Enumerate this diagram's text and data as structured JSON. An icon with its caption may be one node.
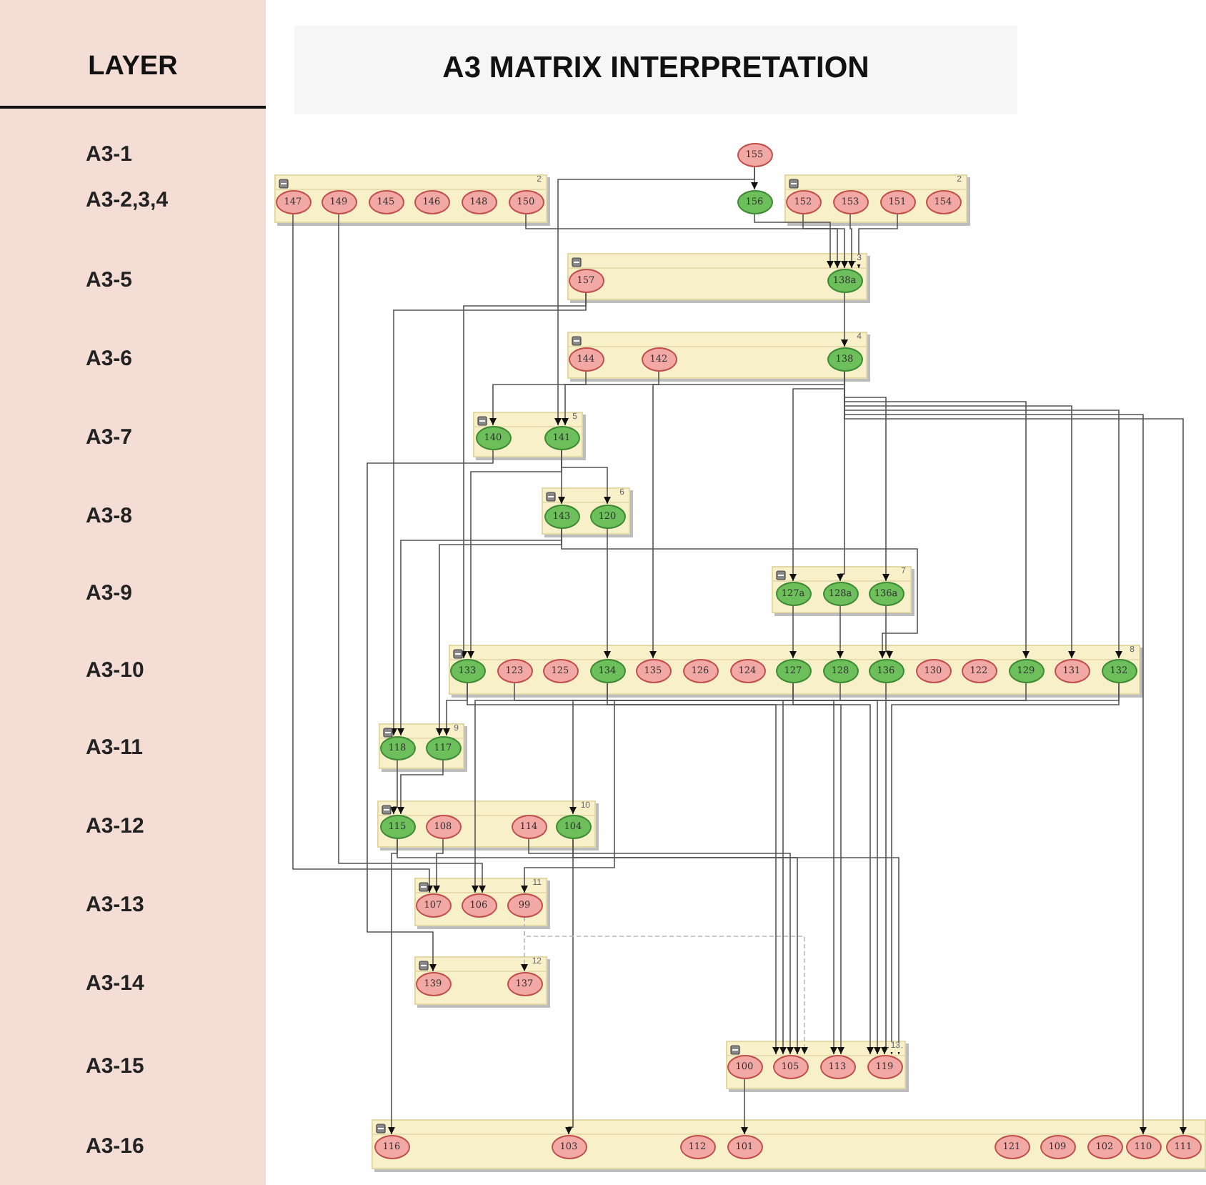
{
  "diagram": {
    "title": "A3  MATRIX  INTERPRETATION",
    "nodes": [
      {
        "text": [
          "155"
        ]
      },
      {
        "text": [
          "2"
        ]
      },
      {
        "text": [
          "147"
        ],
        "in": 1
      },
      {
        "text": [
          "149"
        ],
        "in": 1
      },
      {
        "text": [
          "145"
        ],
        "in": 1
      },
      {
        "text": [
          "146"
        ],
        "in": 1
      },
      {
        "text": [
          "148"
        ],
        "in": 1
      },
      {
        "text": [
          "150"
        ],
        "in": 1
      },
      {
        "text": [
          "2"
        ]
      },
      {
        "text": [
          "152"
        ],
        "in": 8
      },
      {
        "text": [
          "153"
        ],
        "in": 8
      },
      {
        "text": [
          "151"
        ],
        "in": 8
      },
      {
        "text": [
          "154"
        ],
        "in": 8
      },
      {
        "text": [
          "156"
        ]
      },
      {
        "text": [
          "3"
        ]
      },
      {
        "text": [
          "157"
        ],
        "in": 14
      },
      {
        "text": [
          "138a"
        ],
        "in": 14
      },
      {
        "text": [
          "4"
        ]
      },
      {
        "text": [
          "144"
        ],
        "in": 17
      },
      {
        "text": [
          "142"
        ],
        "in": 17
      },
      {
        "text": [
          "138"
        ],
        "in": 17
      },
      {
        "text": [
          "5"
        ]
      },
      {
        "text": [
          "140"
        ],
        "in": 21
      },
      {
        "text": [
          "141"
        ],
        "in": 21
      },
      {
        "text": [
          "6"
        ]
      },
      {
        "text": [
          "143"
        ],
        "in": 24
      },
      {
        "text": [
          "120"
        ],
        "in": 24
      },
      {
        "text": [
          "7"
        ]
      },
      {
        "text": [
          "127a"
        ],
        "in": 27
      },
      {
        "text": [
          "128a"
        ],
        "in": 27
      },
      {
        "text": [
          "136a"
        ],
        "in": 27
      },
      {
        "text": [
          "8"
        ]
      },
      {
        "text": [
          "133"
        ],
        "in": 31
      },
      {
        "text": [
          "123"
        ],
        "in": 31
      },
      {
        "text": [
          "125"
        ],
        "in": 31
      },
      {
        "text": [
          "134"
        ],
        "in": 31
      },
      {
        "text": [
          "135"
        ],
        "in": 31
      },
      {
        "text": [
          "126"
        ],
        "in": 31
      },
      {
        "text": [
          "124"
        ],
        "in": 31
      },
      {
        "text": [
          "127"
        ],
        "in": 31
      },
      {
        "text": [
          "128"
        ],
        "in": 31
      },
      {
        "text": [
          "136"
        ],
        "in": 31
      },
      {
        "text": [
          "130"
        ],
        "in": 31
      },
      {
        "text": [
          "122"
        ],
        "in": 31
      },
      {
        "text": [
          "129"
        ],
        "in": 31
      },
      {
        "text": [
          "131"
        ],
        "in": 31
      },
      {
        "text": [
          "132"
        ],
        "in": 31
      },
      {
        "text": [
          "9"
        ]
      },
      {
        "text": [
          "118"
        ],
        "in": 47
      },
      {
        "text": [
          "117"
        ],
        "in": 47
      },
      {
        "text": [
          "10"
        ]
      },
      {
        "text": [
          "115"
        ],
        "in": 50
      },
      {
        "text": [
          "108"
        ],
        "in": 50
      },
      {
        "text": [
          "114"
        ],
        "in": 50
      },
      {
        "text": [
          "104"
        ],
        "in": 50
      },
      {
        "text": [
          "11"
        ]
      },
      {
        "text": [
          "107"
        ],
        "in": 55
      },
      {
        "text": [
          "106"
        ],
        "in": 55
      },
      {
        "text": [
          "99"
        ],
        "in": 55
      },
      {
        "text": [
          "12"
        ]
      },
      {
        "text": [
          "139"
        ],
        "in": 59
      },
      {
        "text": [
          "137"
        ],
        "in": 59
      },
      {
        "text": [
          "13"
        ]
      },
      {
        "text": [
          "100"
        ],
        "in": 62
      },
      {
        "text": [
          "105"
        ],
        "in": 62
      },
      {
        "text": [
          "113"
        ],
        "in": 62
      },
      {
        "text": [
          "119"
        ],
        "in": 62
      },
      {
        "text": [],
        "shape": "box"
      },
      {
        "text": [
          "116"
        ],
        "in": 67
      },
      {
        "text": [
          "103"
        ],
        "in": 67
      },
      {
        "text": [
          "112"
        ],
        "in": 67
      },
      {
        "text": [
          "101"
        ],
        "in": 67
      },
      {
        "text": [
          "121"
        ],
        "in": 67
      },
      {
        "text": [
          "109"
        ],
        "in": 67
      },
      {
        "text": [
          "102"
        ],
        "in": 67
      },
      {
        "text": [
          "110"
        ],
        "in": 67
      },
      {
        "text": [
          "111"
        ],
        "in": 67
      }
    ],
    "edges": [
      {
        "from": 0,
        "to": 13,
        "arrow": "to"
      },
      {
        "from": 0,
        "to": 23,
        "arrow": "to"
      },
      {
        "from": 13,
        "to": 16,
        "arrow": "to"
      },
      {
        "from": 7,
        "to": 16,
        "arrow": "to"
      },
      {
        "from": 9,
        "to": 16,
        "arrow": "to"
      },
      {
        "from": 10,
        "to": 16,
        "arrow": "to"
      },
      {
        "from": 11,
        "to": 16,
        "arrow": "to"
      },
      {
        "from": 16,
        "to": 20,
        "arrow": "to"
      },
      {
        "from": 20,
        "to": 22,
        "arrow": "to"
      },
      {
        "from": 18,
        "to": 23,
        "arrow": "to"
      },
      {
        "from": 20,
        "to": 28,
        "arrow": "to"
      },
      {
        "from": 20,
        "to": 29,
        "arrow": "to"
      },
      {
        "from": 20,
        "to": 30,
        "arrow": "to"
      },
      {
        "from": 20,
        "to": 44,
        "arrow": "to"
      },
      {
        "from": 20,
        "to": 45,
        "arrow": "to"
      },
      {
        "from": 20,
        "to": 46,
        "arrow": "to"
      },
      {
        "from": 20,
        "to": 75,
        "arrow": "to"
      },
      {
        "from": 20,
        "to": 76,
        "arrow": "to"
      },
      {
        "from": 19,
        "to": 36,
        "arrow": "to"
      },
      {
        "from": 15,
        "to": 32,
        "arrow": "to"
      },
      {
        "from": 15,
        "to": 48,
        "arrow": "to"
      },
      {
        "from": 23,
        "to": 25,
        "arrow": "to"
      },
      {
        "from": 23,
        "to": 26,
        "arrow": "to"
      },
      {
        "from": 23,
        "to": 32,
        "arrow": "to"
      },
      {
        "from": 22,
        "to": 60,
        "arrow": "to"
      },
      {
        "from": 25,
        "to": 48,
        "arrow": "to"
      },
      {
        "from": 25,
        "to": 49,
        "arrow": "to"
      },
      {
        "from": 25,
        "to": 41,
        "arrow": "to"
      },
      {
        "from": 26,
        "to": 35,
        "arrow": "to"
      },
      {
        "from": 28,
        "to": 39,
        "arrow": "to"
      },
      {
        "from": 29,
        "to": 40,
        "arrow": "to"
      },
      {
        "from": 30,
        "to": 41,
        "arrow": "to"
      },
      {
        "from": 32,
        "to": 49,
        "arrow": "to"
      },
      {
        "from": 32,
        "to": 64,
        "arrow": "to"
      },
      {
        "from": 33,
        "to": 65,
        "arrow": "to"
      },
      {
        "from": 35,
        "to": 58,
        "arrow": "to"
      },
      {
        "from": 35,
        "to": 65,
        "arrow": "to"
      },
      {
        "from": 39,
        "to": 54,
        "arrow": "to"
      },
      {
        "from": 39,
        "to": 66,
        "arrow": "to"
      },
      {
        "from": 40,
        "to": 66,
        "arrow": "to"
      },
      {
        "from": 41,
        "to": 66,
        "arrow": "to"
      },
      {
        "from": 44,
        "to": 64,
        "arrow": "to"
      },
      {
        "from": 46,
        "to": 57,
        "arrow": "to"
      },
      {
        "from": 46,
        "to": 66,
        "arrow": "to"
      },
      {
        "from": 48,
        "to": 51,
        "arrow": "to"
      },
      {
        "from": 49,
        "to": 51,
        "arrow": "to"
      },
      {
        "from": 2,
        "to": 56,
        "arrow": "to"
      },
      {
        "from": 3,
        "to": 57,
        "arrow": "to"
      },
      {
        "from": 52,
        "to": 56,
        "arrow": "to"
      },
      {
        "from": 53,
        "to": 64,
        "arrow": "to"
      },
      {
        "from": 54,
        "to": 69,
        "arrow": "to"
      },
      {
        "from": 54,
        "to": 66,
        "arrow": "to"
      },
      {
        "from": 51,
        "to": 68,
        "arrow": "to"
      },
      {
        "from": 51,
        "to": 64,
        "arrow": "to"
      },
      {
        "from": 58,
        "to": 61,
        "arrow": "to",
        "style": "dashed",
        "color": "#b8b8b8"
      },
      {
        "from": 58,
        "to": 64,
        "arrow": "to",
        "style": "dashed",
        "color": "#b8b8b8"
      },
      {
        "from": 63,
        "to": 71,
        "arrow": "to"
      }
    ],
    "labels": [
      "LAYER",
      "A3-1",
      "A3-2,3,4",
      "A3-5",
      "A3-6",
      "A3-7",
      "A3-8",
      "A3-9",
      "A3-10",
      "A3-11",
      "A3-12",
      "A3-13",
      "A3-14",
      "A3-15",
      "A3-16"
    ]
  }
}
